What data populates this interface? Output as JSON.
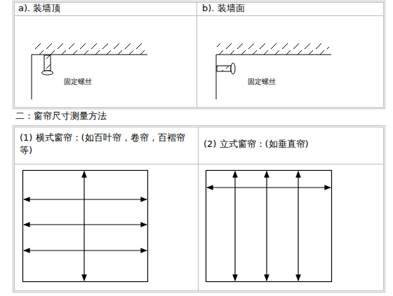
{
  "diagram": {
    "labels": [
      "a). 装墙顶",
      "b). 装墙面",
      "固定螺丝",
      "固定螺丝",
      "二：窗帘尺寸测量方法",
      "(1) 横式窗帘：(如百叶帘，卷帘，百褶帘等)",
      "(2) 立式窗帘：(如垂直帘)"
    ]
  }
}
